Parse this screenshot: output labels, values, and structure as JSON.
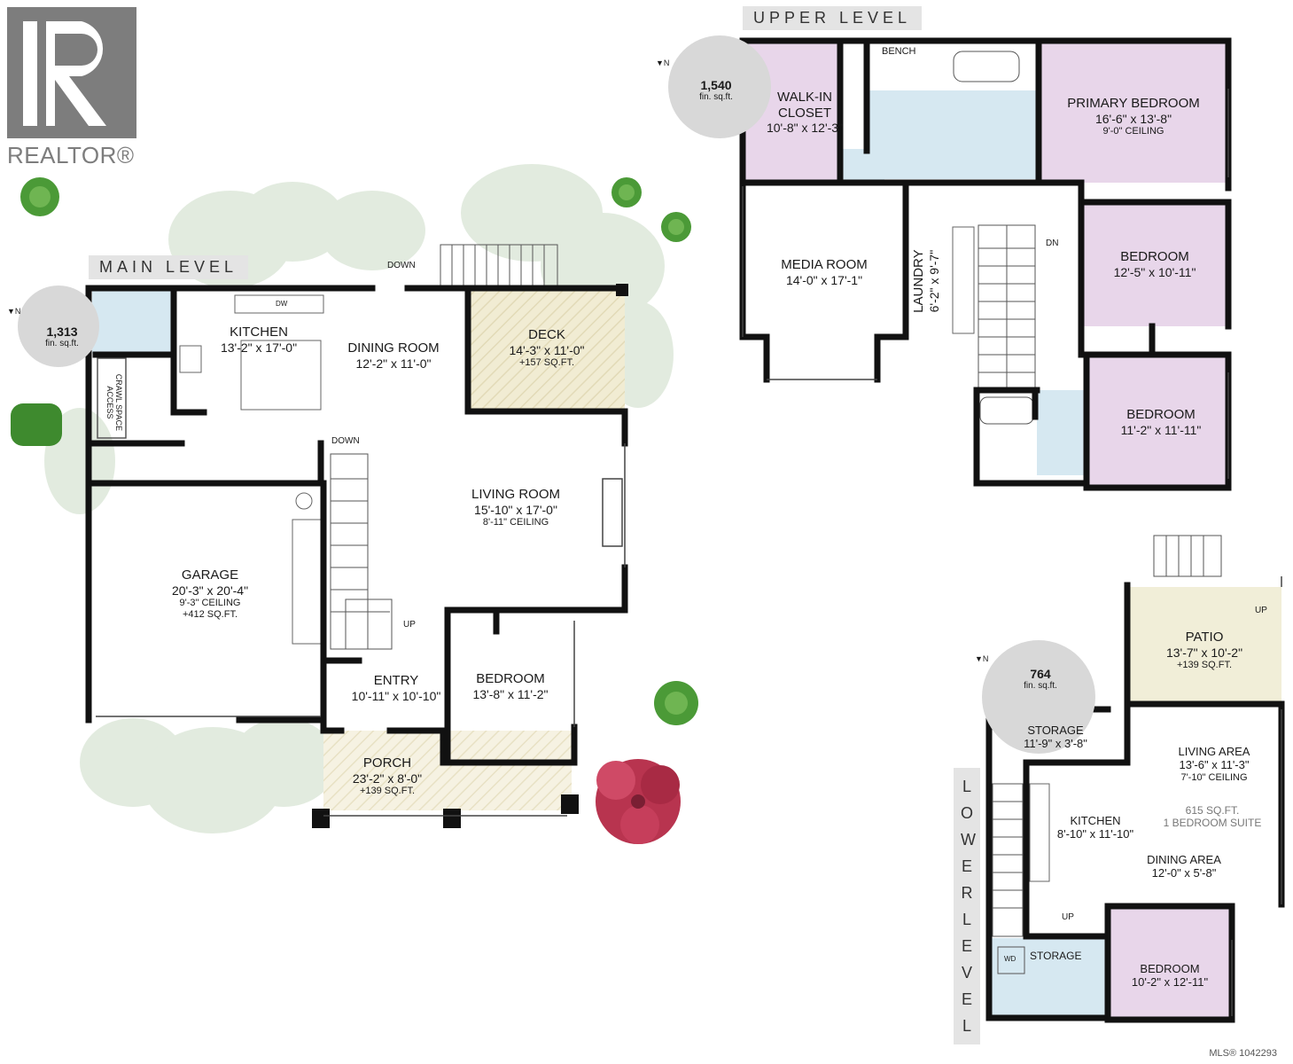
{
  "logo": {
    "text": "REALTOR®"
  },
  "mls": "MLS® 1042293",
  "main": {
    "level": "MAIN LEVEL",
    "area_value": "1,313",
    "area_unit": "fin. sq.ft.",
    "rooms": {
      "kitchen": {
        "name": "KITCHEN",
        "dim": "13'-2\" x 17'-0\""
      },
      "dining": {
        "name": "DINING ROOM",
        "dim": "12'-2\" x 11'-0\""
      },
      "deck": {
        "name": "DECK",
        "dim": "14'-3\" x 11'-0\"",
        "extra": "+157 SQ.FT."
      },
      "living": {
        "name": "LIVING ROOM",
        "dim": "15'-10\" x 17'-0\"",
        "extra": "8'-11\" CEILING"
      },
      "garage": {
        "name": "GARAGE",
        "dim": "20'-3\" x 20'-4\"",
        "extra": "9'-3\" CEILING",
        "extra2": "+412 SQ.FT."
      },
      "entry": {
        "name": "ENTRY",
        "dim": "10'-11\" x 10'-10\""
      },
      "bedroom": {
        "name": "BEDROOM",
        "dim": "13'-8\" x 11'-2\""
      },
      "porch": {
        "name": "PORCH",
        "dim": "23'-2\" x 8'-0\"",
        "extra": "+139 SQ.FT."
      },
      "crawl": "CRAWL SPACE ACCESS"
    },
    "tags": {
      "down_top": "DOWN",
      "down_stair": "DOWN",
      "up_stair": "UP",
      "dw": "DW"
    }
  },
  "upper": {
    "level": "UPPER LEVEL",
    "area_value": "1,540",
    "area_unit": "fin. sq.ft.",
    "rooms": {
      "closet": {
        "name": "WALK-IN",
        "name2": "CLOSET",
        "dim": "10'-8\" x 12'-3\""
      },
      "primary": {
        "name": "PRIMARY BEDROOM",
        "dim": "16'-6\" x 13'-8\"",
        "extra": "9'-0\" CEILING"
      },
      "media": {
        "name": "MEDIA ROOM",
        "dim": "14'-0\" x 17'-1\""
      },
      "laundry": {
        "name": "LAUNDRY",
        "dim": "6'-2\" x 9'-7\""
      },
      "bedroom2": {
        "name": "BEDROOM",
        "dim": "12'-5\" x 10'-11\""
      },
      "bedroom3": {
        "name": "BEDROOM",
        "dim": "11'-2\" x 11'-11\""
      }
    },
    "tags": {
      "bench": "BENCH",
      "dn": "DN"
    }
  },
  "lower": {
    "level": "LOWER LEVEL",
    "area_value": "764",
    "area_unit": "fin. sq.ft.",
    "rooms": {
      "patio": {
        "name": "PATIO",
        "dim": "13'-7\" x 10'-2\"",
        "extra": "+139 SQ.FT."
      },
      "storage_top": {
        "name": "STORAGE",
        "dim": "11'-9\" x 3'-8\""
      },
      "living": {
        "name": "LIVING AREA",
        "dim": "13'-6\" x 11'-3\"",
        "extra": "7'-10\" CEILING"
      },
      "suite": {
        "line1": "615 SQ.FT.",
        "line2": "1 BEDROOM SUITE"
      },
      "kitchen": {
        "name": "KITCHEN",
        "dim": "8'-10\" x 11'-10\""
      },
      "dining": {
        "name": "DINING AREA",
        "dim": "12'-0\" x 5'-8\""
      },
      "storage_bottom": {
        "name": "STORAGE"
      },
      "bedroom": {
        "name": "BEDROOM",
        "dim": "10'-2\" x 12'-11\""
      }
    },
    "tags": {
      "up_patio": "UP",
      "up_stair": "UP",
      "wd": "WD"
    }
  },
  "colors": {
    "wall": "#111111",
    "bath": "#d6e8f1",
    "bedroom": "#e8d6ea",
    "deck": "#f0ecd6",
    "porch": "#f4f0de",
    "patio": "#f1eed8",
    "foliage": "#dfe9dc",
    "tree": "#3e8a2e",
    "tree_red": "#b8344f",
    "badge": "#d8d8d8"
  }
}
